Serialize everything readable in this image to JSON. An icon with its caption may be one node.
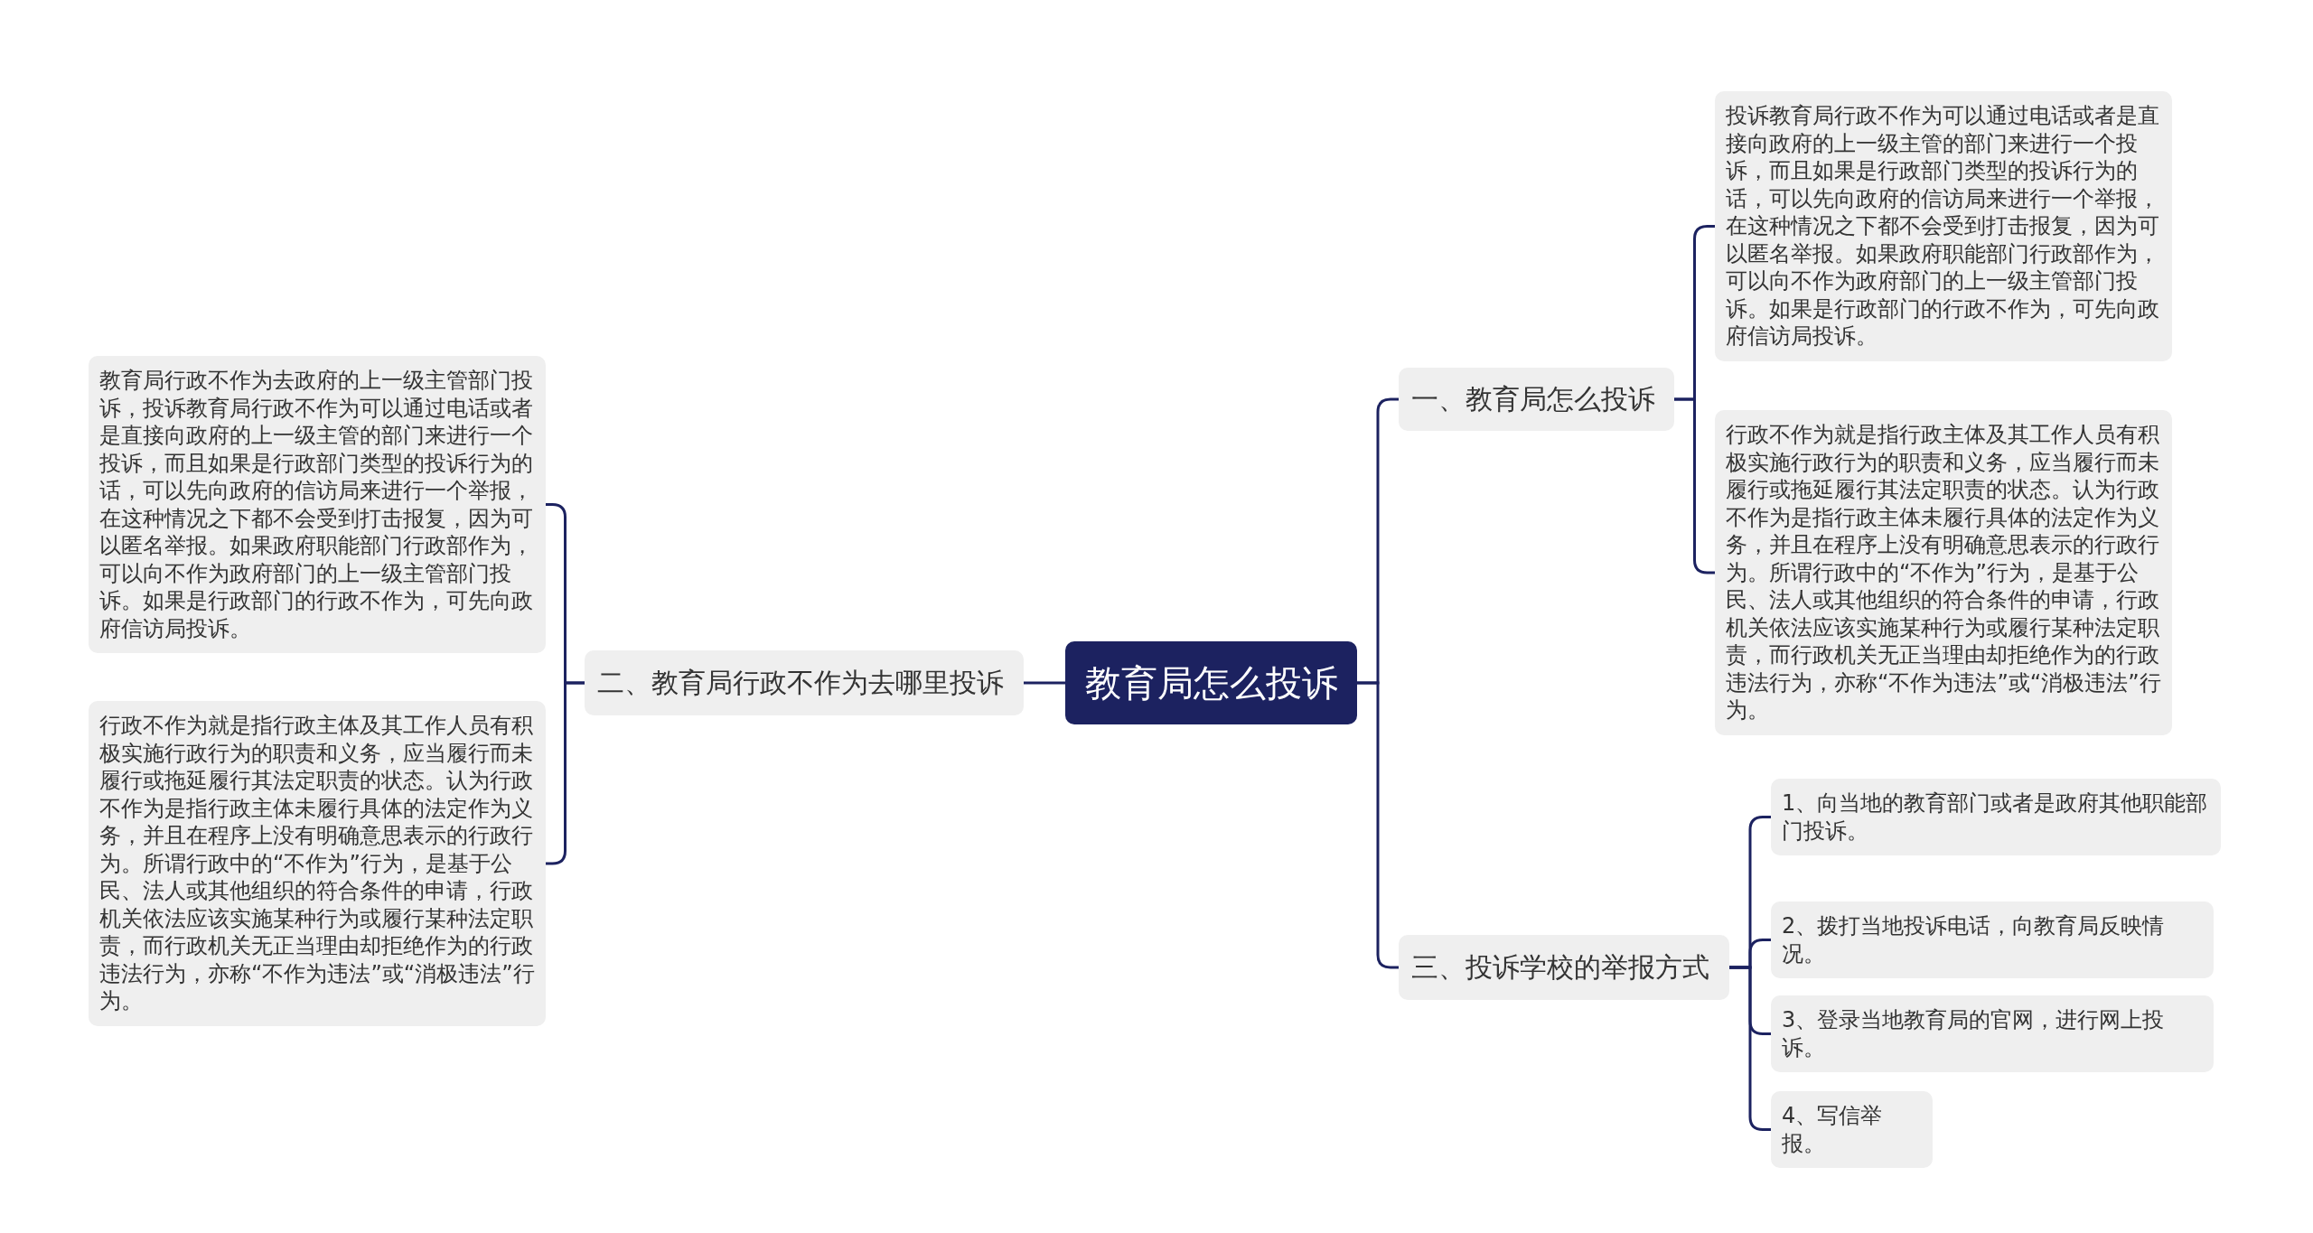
{
  "diagram": {
    "nodes": [
      {
        "text": [
          "教育局怎么投诉"
        ]
      },
      {
        "text": [
          "一、教育局怎么投诉"
        ]
      },
      {
        "text": [
          "投诉教育局行政不作为可以通过电话或者是直接向政府的上一级主管的部门来进行一个投诉，而且如果是行政部门类型的投诉行为的话，可以先向政府的信访局来进行一个举报，在这种情况之下都不会受到打击报复，因为可以匿名举报。如果政府职能部门行政部作为，可以向不作为政府部门的上一级主管部门投诉。如果是行政部门的行政不作为，可先向政府信访局投诉。"
        ]
      },
      {
        "text": [
          "行政不作为就是指行政主体及其工作人员有积极实施行政行为的职责和义务，应当履行而未履行或拖延履行其法定职责的状态。认为行政不作为是指行政主体未履行具体的法定作为义务，并且在程序上没有明确意思表示的行政行为。所谓行政中的“不作为”行为，是基于公民、法人或其他组织的符合条件的申请，行政机关依法应该实施某种行为或履行某种法定职责，而行政机关无正当理由却拒绝作为的行政违法行为，亦称“不作为违法”或“消极违法”行为。"
        ]
      },
      {
        "text": [
          "二、教育局行政不作为去哪里投诉"
        ]
      },
      {
        "text": [
          "教育局行政不作为去政府的上一级主管部门投诉，投诉教育局行政不作为可以通过电话或者是直接向政府的上一级主管的部门来进行一个投诉，而且如果是行政部门类型的投诉行为的话，可以先向政府的信访局来进行一个举报，在这种情况之下都不会受到打击报复，因为可以匿名举报。如果政府职能部门行政部作为，可以向不作为政府部门的上一级主管部门投诉。如果是行政部门的行政不作为，可先向政府信访局投诉。"
        ]
      },
      {
        "text": [
          "行政不作为就是指行政主体及其工作人员有积极实施行政行为的职责和义务，应当履行而未履行或拖延履行其法定职责的状态。认为行政不作为是指行政主体未履行具体的法定作为义务，并且在程序上没有明确意思表示的行政行为。所谓行政中的“不作为”行为，是基于公民、法人或其他组织的符合条件的申请，行政机关依法应该实施某种行为或履行某种法定职责，而行政机关无正当理由却拒绝作为的行政违法行为，亦称“不作为违法”或“消极违法”行为。"
        ]
      },
      {
        "text": [
          "三、投诉学校的举报方式"
        ]
      },
      {
        "text": [
          "1、向当地的教育部门或者是政府其他职能部门投诉。"
        ]
      },
      {
        "text": [
          "2、拨打当地投诉电话，向教育局反映情况。"
        ]
      },
      {
        "text": [
          "3、登录当地教育局的官网，进行网上投诉。"
        ]
      },
      {
        "text": [
          "4、写信举报。"
        ]
      }
    ],
    "edges": [
      {
        "from": 0,
        "to": 1,
        "arrow": "none"
      },
      {
        "from": 1,
        "to": 2,
        "arrow": "none"
      },
      {
        "from": 1,
        "to": 3,
        "arrow": "none"
      },
      {
        "from": 0,
        "to": 4,
        "arrow": "none"
      },
      {
        "from": 4,
        "to": 5,
        "arrow": "none"
      },
      {
        "from": 4,
        "to": 6,
        "arrow": "none"
      },
      {
        "from": 0,
        "to": 7,
        "arrow": "none"
      },
      {
        "from": 7,
        "to": 8,
        "arrow": "none"
      },
      {
        "from": 7,
        "to": 9,
        "arrow": "none"
      },
      {
        "from": 7,
        "to": 10,
        "arrow": "none"
      },
      {
        "from": 7,
        "to": 11,
        "arrow": "none"
      }
    ]
  }
}
